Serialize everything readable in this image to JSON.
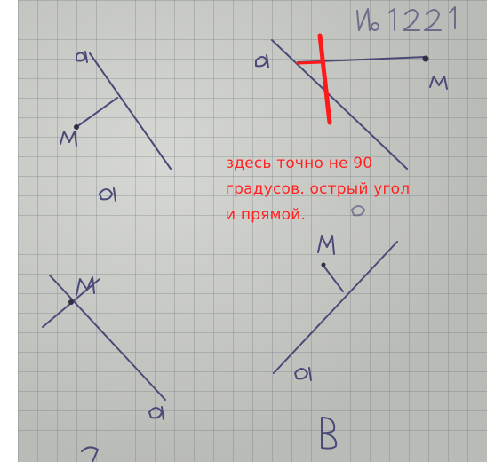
{
  "annotation": {
    "lines": [
      "здесь точно не 90",
      "градусов. острый угол",
      "и прямой."
    ],
    "color": "#ff2020"
  },
  "handwriting": {
    "problem_number": "№1221",
    "labels": [
      "а",
      "М",
      "а",
      "а",
      "М",
      "а",
      "М",
      "а",
      "в"
    ]
  },
  "colors": {
    "paper": "#c9cbc6",
    "grid": "#5f6e78",
    "ink": "#4a4a78",
    "red_marker": "#ff1a1a"
  }
}
